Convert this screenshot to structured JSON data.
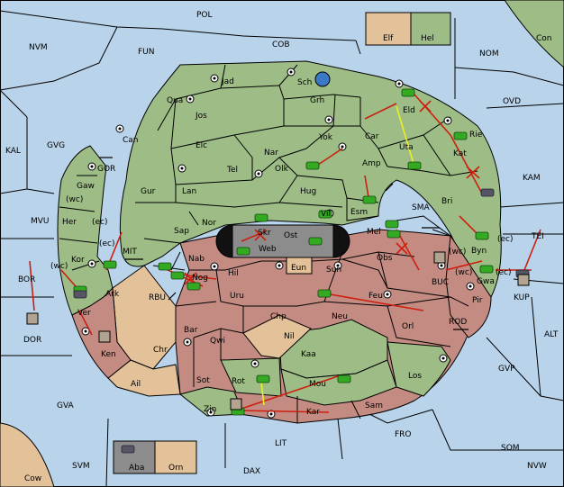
{
  "map_title": "",
  "colors": {
    "sea": "#b9d3eb",
    "power_green": "#9ebd86",
    "power_red": "#c48b82",
    "neutral": "#e3c29a",
    "impassable": "#8c8c8c",
    "order_arrow": "#cc1f0e",
    "convoy_arrow": "#eeee22"
  },
  "legend": {
    "elf": "Elf",
    "hel": "Hel",
    "aba": "Aba",
    "orn": "Orn"
  },
  "sea_labels": {
    "POL": "POL",
    "FUN": "FUN",
    "COB": "COB",
    "NOM": "NOM",
    "CON": "Con",
    "NVM": "NVM",
    "OVD": "OVD",
    "KAL": "KAL",
    "GVG": "GVG",
    "GOR": "GOR",
    "KAM": "KAM",
    "SMA": "SMA",
    "MVU": "MVU",
    "TEI": "TEI",
    "MIT": "MIT",
    "BOR": "BOR",
    "DOR": "DOR",
    "RBU": "RBU",
    "BUC": "BUC",
    "KUP": "KUP",
    "ROD": "ROD",
    "ALT": "ALT",
    "GVP": "GVP",
    "GVA": "GVA",
    "FRO": "FRO",
    "LIT": "LIT",
    "SOM": "SOM",
    "NVW": "NVW",
    "SVM": "SVM",
    "DAX": "DAX",
    "COW": "Cow"
  },
  "land_labels": {
    "Jad": "Jad",
    "Sch": "Sch",
    "Qua": "Qua",
    "Jos": "Jos",
    "Grh": "Grh",
    "Eld": "Eld",
    "Can": "Can",
    "Elc": "Elc",
    "Nar": "Nar",
    "Yok": "Yok",
    "Car": "Car",
    "Uta": "Uta",
    "Rie": "Rie",
    "Tel": "Tel",
    "Olk": "Olk",
    "Amp": "Amp",
    "Kat": "Kat",
    "Gaw": "Gaw",
    "Gur": "Gur",
    "Lan": "Lan",
    "Hug": "Hug",
    "Bri": "Bri",
    "Her": "Her",
    "Nor": "Nor",
    "Vil": "Vil",
    "Esm": "Esm",
    "Sap": "Sap",
    "Skr": "Skr",
    "Ost": "Ost",
    "Mel": "Mel",
    "Byn": "Byn",
    "Kor": "Kor",
    "Web": "Web",
    "Nab": "Nab",
    "Obs": "Obs",
    "Eun": "Eun",
    "Hil": "Hil",
    "Sun": "Sun",
    "Gwa": "Gwa",
    "Nog": "Nog",
    "Ark": "Ark",
    "Uru": "Uru",
    "Feu": "Feu",
    "Pir": "Pir",
    "Ver": "Ver",
    "Chp": "Chp",
    "Neu": "Neu",
    "Orl": "Orl",
    "Bar": "Bar",
    "Nil": "Nil",
    "Qwi": "Qwi",
    "Ken": "Ken",
    "Chr": "Chr",
    "Kaa": "Kaa",
    "Ail": "Ail",
    "Sot": "Sot",
    "Rot": "Rot",
    "Los": "Los",
    "Mou": "Mou",
    "Zin": "Zin",
    "Kar": "Kar",
    "Sam": "Sam"
  },
  "coast_tags": [
    "(wc)",
    "(ec)",
    "(ec)",
    "(wc)",
    "(wc)",
    "(ec)",
    "(ec)",
    "(wc)"
  ]
}
